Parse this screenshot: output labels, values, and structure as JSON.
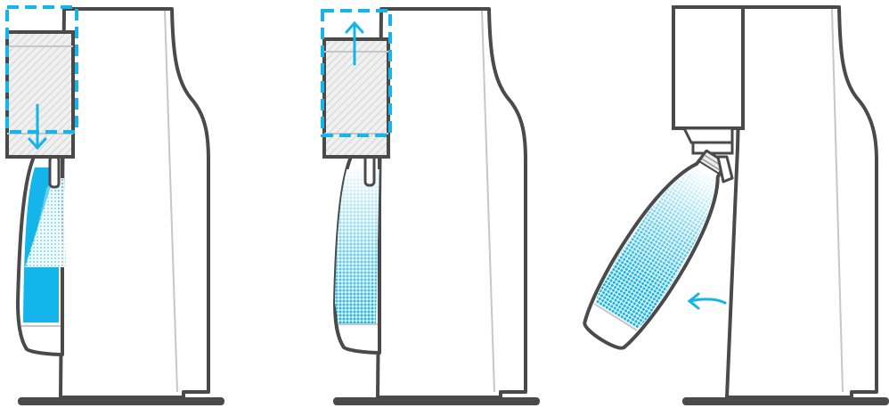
{
  "diagram": {
    "panels": [
      {
        "id": "step-1",
        "head_action": "press-down",
        "bottle_state": "carbonating"
      },
      {
        "id": "step-2",
        "head_action": "release-up",
        "bottle_state": "carbonated"
      },
      {
        "id": "step-3",
        "head_action": "tilted-release",
        "bottle_state": "tilting-out"
      }
    ],
    "colors": {
      "outline": "#4a4a4a",
      "secondary_line": "#c7c7c7",
      "accent": "#13b5ea",
      "head_fill": "#ececec",
      "base": "#4a4a4a"
    },
    "icons": [
      "arrow-down-icon",
      "arrow-up-icon",
      "curved-arrow-icon",
      "dashed-highlight-box"
    ]
  }
}
